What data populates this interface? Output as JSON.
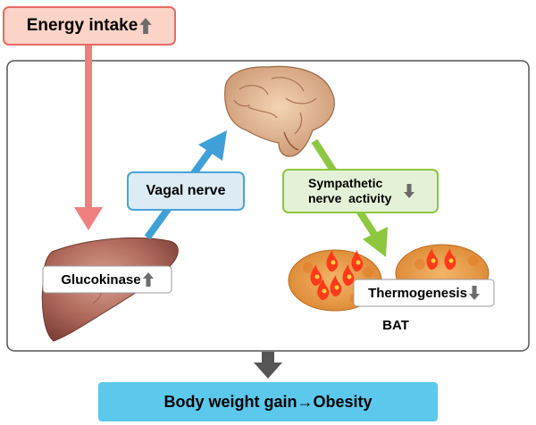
{
  "energy_intake": {
    "label": "Energy intake"
  },
  "vagal_nerve": {
    "label": "Vagal nerve"
  },
  "sympathetic": {
    "line1": "Sympathetic",
    "line2": "nerve  activity"
  },
  "glucokinase": {
    "label": "Glucokinase"
  },
  "thermogenesis": {
    "label": "Thermogenesis"
  },
  "bat": {
    "label": "BAT"
  },
  "outcome": {
    "label": "Body weight gain→Obesity"
  },
  "colors": {
    "energy_box_fill": "#fbd3c7",
    "energy_box_border": "#e96a64",
    "pink_arrow": "#f08080",
    "vagal_box_fill": "#dcebf4",
    "vagal_box_border": "#4aa3d8",
    "blue_arrow": "#3f9fd9",
    "symp_box_fill": "#e4f1d7",
    "symp_box_border": "#8dc63f",
    "green_arrow": "#8dc63f",
    "outcome_fill": "#5bc8ec",
    "frame_border": "#555555",
    "dark_arrow": "#555555",
    "indicator_arrow": "#6b6b6b"
  }
}
